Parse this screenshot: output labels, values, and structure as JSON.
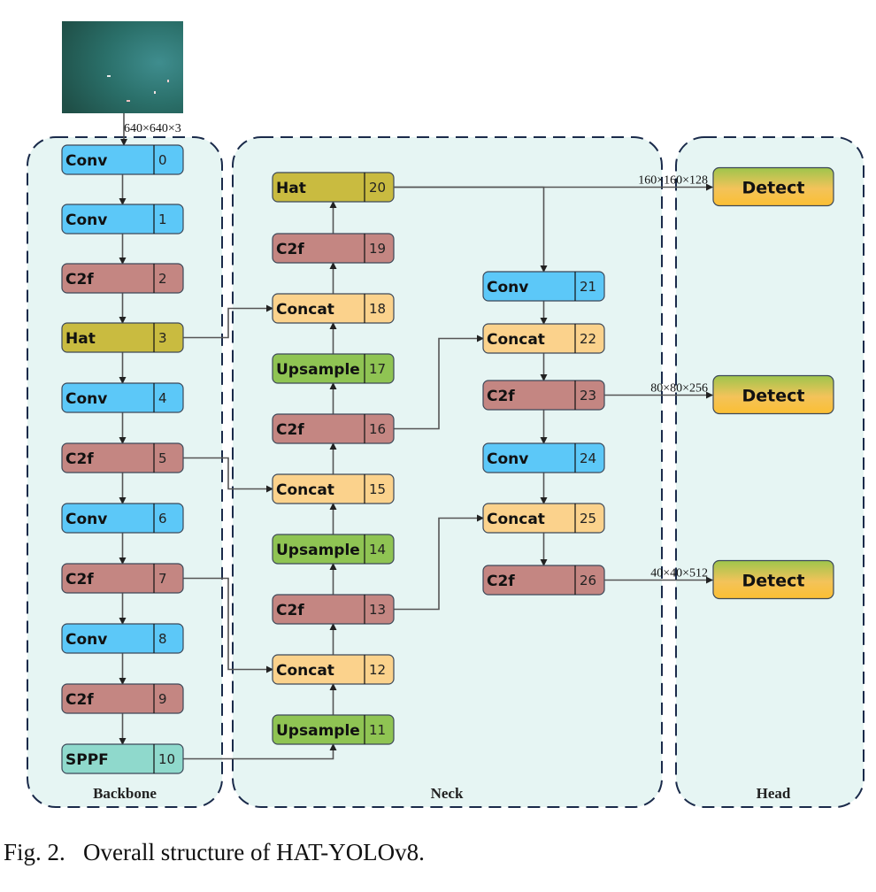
{
  "figure": {
    "caption": "Fig. 2.   Overall structure of HAT-YOLOv8.",
    "input_image": {
      "description": "aerial sea image with small boats",
      "size_label": "640×640×3"
    },
    "sections": {
      "backbone": "Backbone",
      "neck": "Neck",
      "head": "Head"
    },
    "colors": {
      "Conv": "#5cc8f8",
      "C2f": "#c48682",
      "Hat": "#c9bb40",
      "SPPF": "#8fd9cc",
      "Concat": "#fbd28c",
      "Upsample": "#8fc453",
      "panel_bg": "#e6f5f3",
      "panel_border": "#1a2a4a",
      "detect_top": "#9ec54c",
      "detect_bottom": "#fbbf33"
    },
    "blocks": [
      {
        "id": 0,
        "type": "Conv"
      },
      {
        "id": 1,
        "type": "Conv"
      },
      {
        "id": 2,
        "type": "C2f"
      },
      {
        "id": 3,
        "type": "Hat"
      },
      {
        "id": 4,
        "type": "Conv"
      },
      {
        "id": 5,
        "type": "C2f"
      },
      {
        "id": 6,
        "type": "Conv"
      },
      {
        "id": 7,
        "type": "C2f"
      },
      {
        "id": 8,
        "type": "Conv"
      },
      {
        "id": 9,
        "type": "C2f"
      },
      {
        "id": 10,
        "type": "SPPF"
      },
      {
        "id": 11,
        "type": "Upsample"
      },
      {
        "id": 12,
        "type": "Concat"
      },
      {
        "id": 13,
        "type": "C2f"
      },
      {
        "id": 14,
        "type": "Upsample"
      },
      {
        "id": 15,
        "type": "Concat"
      },
      {
        "id": 16,
        "type": "C2f"
      },
      {
        "id": 17,
        "type": "Upsample"
      },
      {
        "id": 18,
        "type": "Concat"
      },
      {
        "id": 19,
        "type": "C2f"
      },
      {
        "id": 20,
        "type": "Hat"
      },
      {
        "id": 21,
        "type": "Conv"
      },
      {
        "id": 22,
        "type": "Concat"
      },
      {
        "id": 23,
        "type": "C2f"
      },
      {
        "id": 24,
        "type": "Conv"
      },
      {
        "id": 25,
        "type": "Concat"
      },
      {
        "id": 26,
        "type": "C2f"
      }
    ],
    "edges": [
      [
        0,
        1
      ],
      [
        1,
        2
      ],
      [
        2,
        3
      ],
      [
        3,
        4
      ],
      [
        4,
        5
      ],
      [
        5,
        6
      ],
      [
        6,
        7
      ],
      [
        7,
        8
      ],
      [
        8,
        9
      ],
      [
        9,
        10
      ],
      [
        10,
        11
      ],
      [
        11,
        12
      ],
      [
        7,
        12
      ],
      [
        12,
        13
      ],
      [
        13,
        14
      ],
      [
        14,
        15
      ],
      [
        5,
        15
      ],
      [
        15,
        16
      ],
      [
        16,
        17
      ],
      [
        17,
        18
      ],
      [
        3,
        18
      ],
      [
        18,
        19
      ],
      [
        19,
        20
      ],
      [
        20,
        21
      ],
      [
        21,
        22
      ],
      [
        16,
        22
      ],
      [
        22,
        23
      ],
      [
        23,
        24
      ],
      [
        24,
        25
      ],
      [
        13,
        25
      ],
      [
        25,
        26
      ]
    ],
    "detect": {
      "label": "Detect",
      "outputs": [
        {
          "from": 20,
          "size_label": "160×160×128"
        },
        {
          "from": 23,
          "size_label": "80×80×256"
        },
        {
          "from": 26,
          "size_label": "40×40×512"
        }
      ]
    }
  }
}
